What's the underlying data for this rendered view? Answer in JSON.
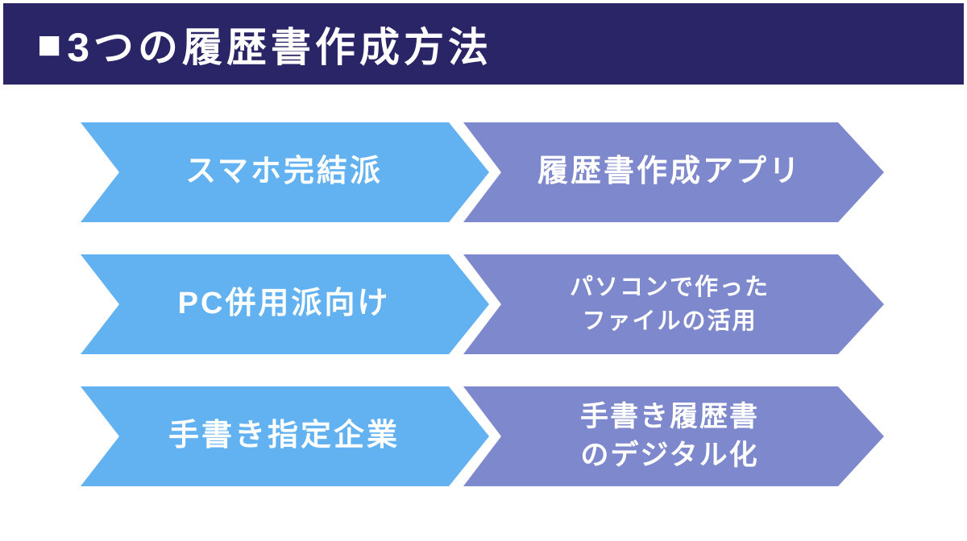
{
  "header": {
    "bullet": "■",
    "title": "3つの履歴書作成方法"
  },
  "rows": [
    {
      "left_label": "スマホ完結派",
      "right_lines": [
        "履歴書作成アプリ"
      ]
    },
    {
      "left_label": "PC併用派向け",
      "right_lines": [
        "パソコンで作った",
        "ファイルの活用"
      ]
    },
    {
      "left_label": "手書き指定企業",
      "right_lines": [
        "手書き履歴書",
        "のデジタル化"
      ]
    }
  ],
  "colors": {
    "header_bg": "#292566",
    "left_arrow": "#62B1F0",
    "right_arrow": "#7E88CC",
    "text_color": "#FFFFFF",
    "page_bg": "#FFFFFF"
  }
}
